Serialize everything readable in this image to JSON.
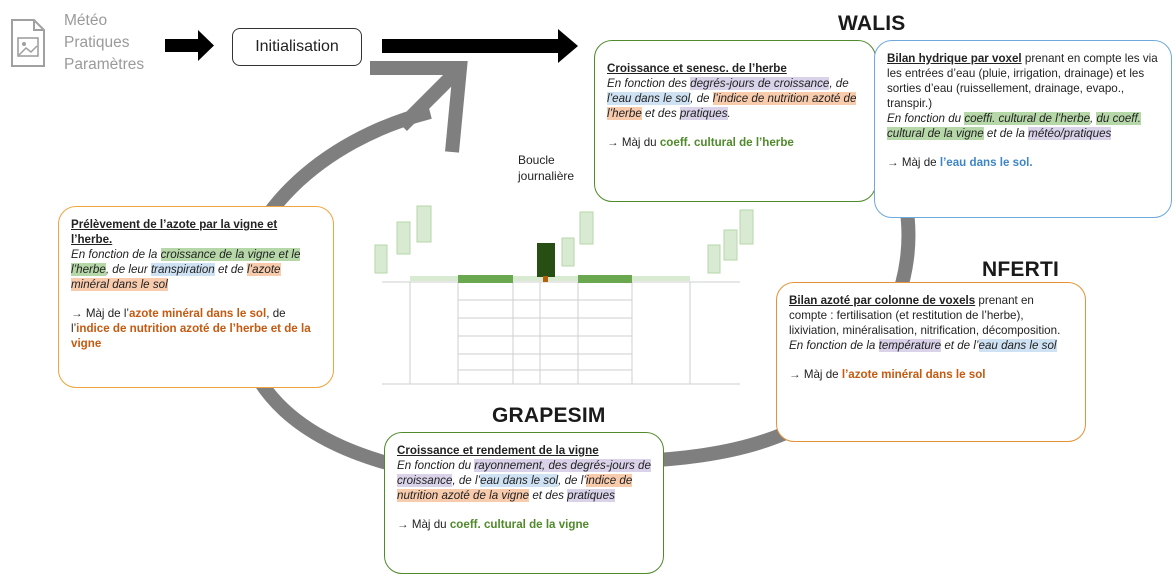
{
  "inputs": {
    "icon": "image-file-icon",
    "lines": [
      "Météo",
      "Pratiques",
      "Paramètres"
    ]
  },
  "init_label": "Initialisation",
  "loop_label": [
    "Boucle",
    "journalière"
  ],
  "models": {
    "walis": "WALIS",
    "nferti": "NFERTI",
    "grapesim": "GRAPESIM"
  },
  "grass_box": {
    "title": "Croissance et senesc. de l’herbe",
    "t1": "En fonction des ",
    "h1": "degrés-jours de croissance",
    "t2": ", de ",
    "h2": "l’eau dans le sol",
    "t3": ", de ",
    "h3": "l’indice de nutrition azoté de l’herbe",
    "t4": " et des ",
    "h4": "pratiques",
    "t5": ".",
    "result_prefix": "→ Màj du ",
    "result_value": "coeff. cultural de l’herbe"
  },
  "water_box": {
    "title": "Bilan hydrique par voxel",
    "desc": " prenant en compte les via les entrées d’eau (pluie, irrigation, drainage) et les sorties d’eau (ruissellement, drainage, evapo., transpir.)",
    "t1": "En fonction du ",
    "h1": "coeffi. cultural de l’herbe",
    "t2": ", ",
    "h2": "du coeff. cultural de la vigne",
    "t3": " et de la ",
    "h3": "météo/pratiques",
    "result_prefix": "→ Màj de ",
    "result_value": "l’eau dans le sol."
  },
  "nitrogen_box": {
    "title": "Bilan azoté par colonne de voxels",
    "desc": " prenant en compte : fertilisation (et restitution de l’herbe), lixiviation, minéralisation, nitrification, décomposition.",
    "t1": "En fonction de la ",
    "h1": "température",
    "t2": " et de l’",
    "h2": "eau dans le sol",
    "result_prefix": "→ Màj de ",
    "result_value": "l’azote minéral dans le sol"
  },
  "vine_box": {
    "title": "Croissance et rendement de la vigne",
    "t1": "En fonction du ",
    "h1": "rayonnement, des degrés-jours de croissance",
    "t2": ", de l’",
    "h2": "eau dans le sol",
    "t3": ", de l’",
    "h3": "indice de nutrition azoté de la vigne",
    "t4": " et des ",
    "h4": "pratiques",
    "result_prefix": "→ Màj du ",
    "result_value": "coeff. cultural de la vigne"
  },
  "uptake_box": {
    "title": "Prélèvement de l’azote par la vigne et l’herbe.",
    "t1": "En fonction de la ",
    "h1": "croissance de la vigne et le l’herbe",
    "t2": ", de leur ",
    "h2": "transpiration",
    "t3": " et de ",
    "h3": "l’azote minéral dans le sol",
    "result_prefix": "→ Màj de l’",
    "result_value1": "azote minéral dans le sol",
    "result_mid": ", de l’",
    "result_value2": "indice de nutrition azoté de l’herbe et de la vigne"
  },
  "colors": {
    "grass_border": "#4f8a2b",
    "water_border": "#6fa8dc",
    "nitrogen_border": "#e69138",
    "vine_border": "#4f8a2b",
    "uptake_border": "#f1a33c",
    "cycle_arrow": "#7f7f7f",
    "black_arrow": "#000000"
  }
}
